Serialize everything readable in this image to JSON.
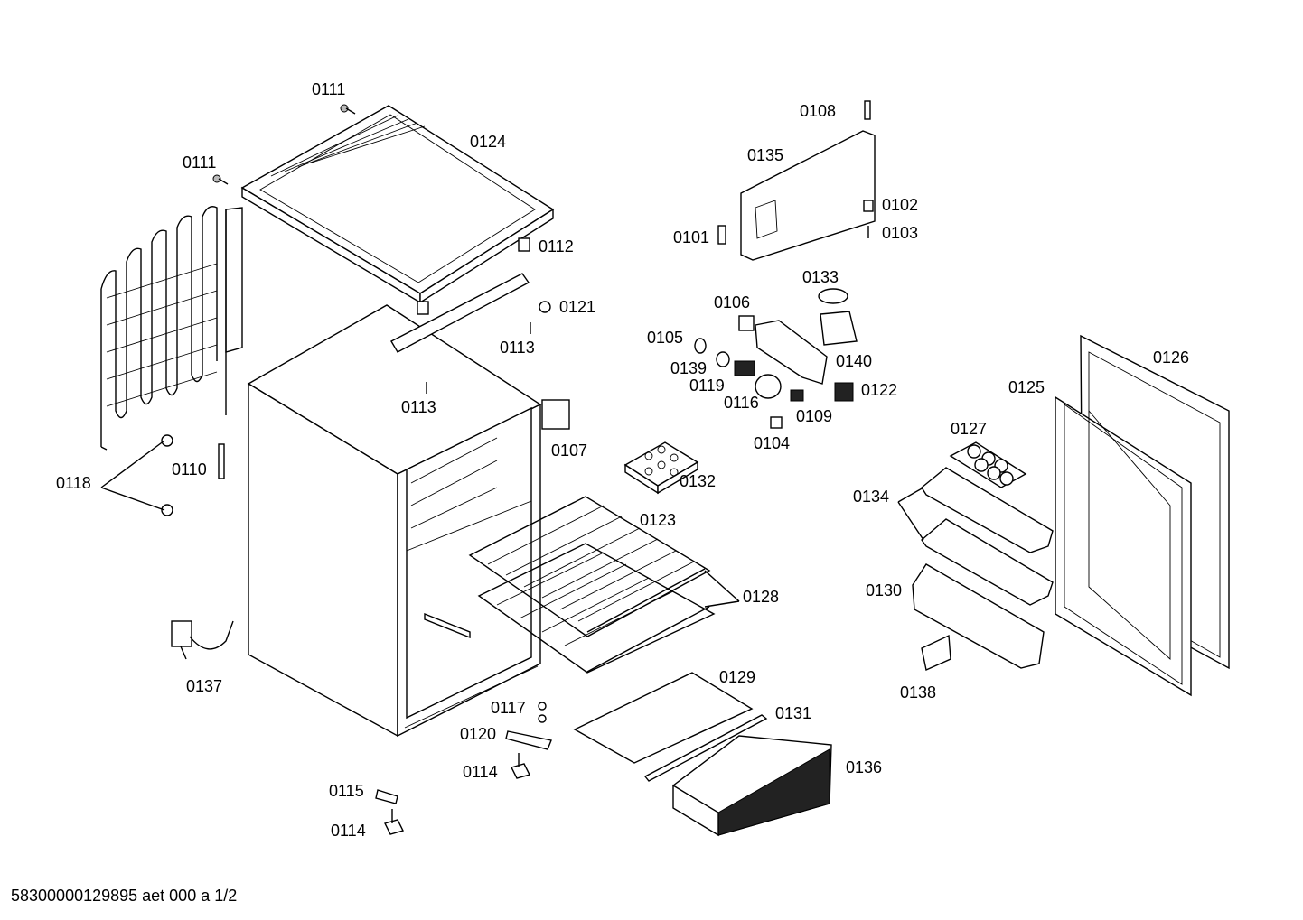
{
  "labels": {
    "l0111a": "0111",
    "l0111b": "0111",
    "l0124": "0124",
    "l0112": "0112",
    "l0121": "0121",
    "l0113a": "0113",
    "l0113b": "0113",
    "l0118": "0118",
    "l0110": "0110",
    "l0107": "0107",
    "l0132": "0132",
    "l0123": "0123",
    "l0128": "0128",
    "l0137": "0137",
    "l0117": "0117",
    "l0120": "0120",
    "l0114a": "0114",
    "l0115": "0115",
    "l0114b": "0114",
    "l0129": "0129",
    "l0131": "0131",
    "l0136": "0136",
    "l0108": "0108",
    "l0135": "0135",
    "l0102": "0102",
    "l0103": "0103",
    "l0101": "0101",
    "l0133": "0133",
    "l0106": "0106",
    "l0105": "0105",
    "l0139": "0139",
    "l0119": "0119",
    "l0116": "0116",
    "l0109": "0109",
    "l0104": "0104",
    "l0140": "0140",
    "l0122": "0122",
    "l0126": "0126",
    "l0125": "0125",
    "l0127": "0127",
    "l0134": "0134",
    "l0130": "0130",
    "l0138": "0138"
  },
  "footer": "58300000129895 aet 000 a 1/2"
}
